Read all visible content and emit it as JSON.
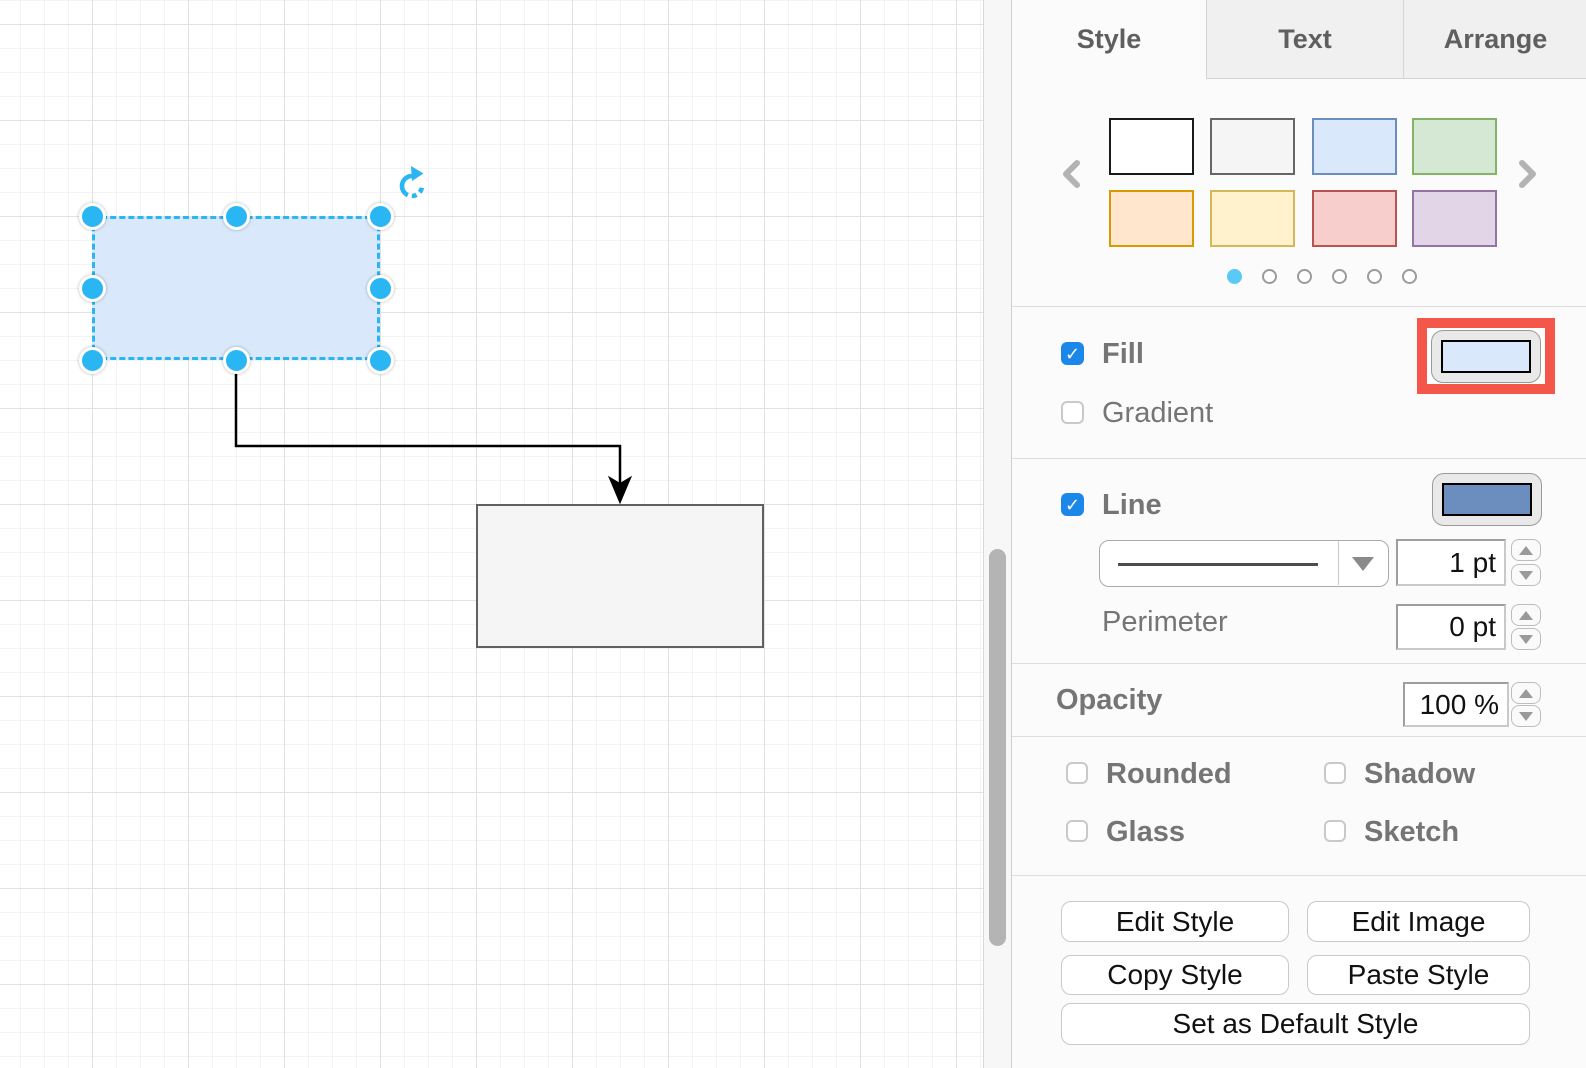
{
  "canvas": {
    "selected_shape": {
      "fill": "#dae8fc",
      "stroke": "#6c8ebf"
    },
    "target_shape": {
      "fill": "#f5f5f5",
      "stroke": "#616161"
    },
    "selection_accent": "#29b6f2",
    "edge_color": "#000000"
  },
  "panel": {
    "tabs": [
      {
        "label": "Style"
      },
      {
        "label": "Text"
      },
      {
        "label": "Arrange"
      }
    ],
    "swatches": [
      {
        "name": "white",
        "fill": "#ffffff",
        "stroke": "#1a1a1a"
      },
      {
        "name": "gray",
        "fill": "#f5f5f5",
        "stroke": "#666666"
      },
      {
        "name": "blue",
        "fill": "#dae8fc",
        "stroke": "#6c8ebf"
      },
      {
        "name": "green",
        "fill": "#d5e8d4",
        "stroke": "#82b366"
      },
      {
        "name": "orange",
        "fill": "#ffe6cc",
        "stroke": "#d79b00"
      },
      {
        "name": "yellow",
        "fill": "#fff2cc",
        "stroke": "#d6b656"
      },
      {
        "name": "red",
        "fill": "#f8cecc",
        "stroke": "#b85450"
      },
      {
        "name": "purple",
        "fill": "#e1d5e7",
        "stroke": "#9673a6"
      }
    ],
    "pager": {
      "dot_count": 6,
      "active_index": 0,
      "active_color": "#5bc9f5"
    },
    "fill": {
      "label": "Fill",
      "checked": true,
      "swatch_color": "#dae8fc",
      "highlight_color": "#f5564a"
    },
    "gradient": {
      "label": "Gradient",
      "checked": false
    },
    "line": {
      "label": "Line",
      "checked": true,
      "swatch_color": "#6c8ebf",
      "width_value": "1 pt",
      "perimeter_label": "Perimeter",
      "perimeter_value": "0 pt"
    },
    "opacity": {
      "label": "Opacity",
      "value": "100 %"
    },
    "toggles": [
      {
        "label": "Rounded",
        "checked": false
      },
      {
        "label": "Shadow",
        "checked": false
      },
      {
        "label": "Glass",
        "checked": false
      },
      {
        "label": "Sketch",
        "checked": false
      }
    ],
    "buttons": {
      "edit_style": "Edit Style",
      "edit_image": "Edit Image",
      "copy_style": "Copy Style",
      "paste_style": "Paste Style",
      "set_default": "Set as Default Style"
    }
  }
}
